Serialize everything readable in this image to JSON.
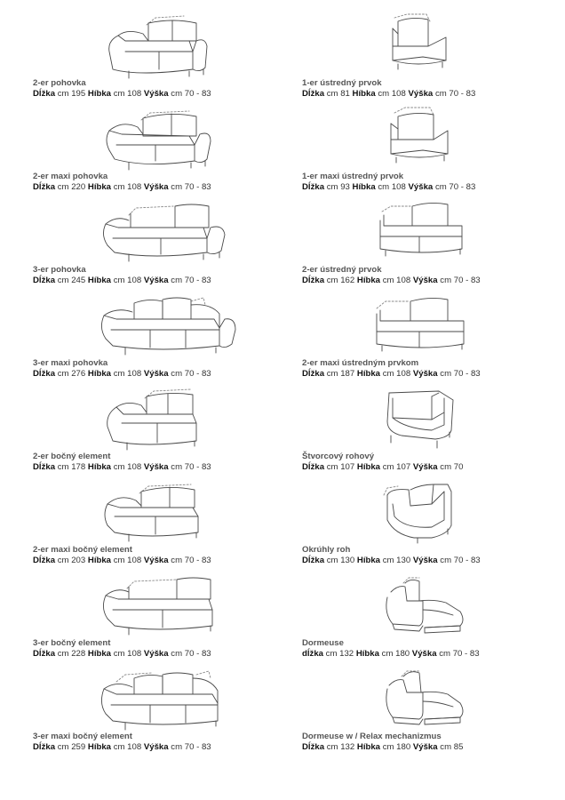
{
  "labels": {
    "length": "Dĺžka",
    "length_lower": "dĺžka",
    "depth": "Híbka",
    "height": "Výška",
    "unit": "cm"
  },
  "left": [
    {
      "name": "2-er pohovka",
      "length": "195",
      "depth": "108",
      "height": "70 - 83"
    },
    {
      "name": "2-er maxi pohovka",
      "length": "220",
      "depth": "108",
      "height": "70 - 83"
    },
    {
      "name": "3-er pohovka",
      "length": "245",
      "depth": "108",
      "height": "70 - 83"
    },
    {
      "name": "3-er maxi pohovka",
      "length": "276",
      "depth": "108",
      "height": "70 - 83"
    },
    {
      "name": "2-er bočný element",
      "length": "178",
      "depth": "108",
      "height": "70 - 83"
    },
    {
      "name": "2-er maxi bočný element",
      "length": "203",
      "depth": "108",
      "height": "70 - 83"
    },
    {
      "name": "3-er bočný element",
      "length": "228",
      "depth": "108",
      "height": "70 - 83"
    },
    {
      "name": "3-er maxi bočný element",
      "length": "259",
      "depth": "108",
      "height": "70 - 83"
    }
  ],
  "right": [
    {
      "name": "1-er ústredný prvok",
      "length": "81",
      "depth": "108",
      "height": "70 - 83"
    },
    {
      "name": "1-er maxi ústredný prvok",
      "length": "93",
      "depth": "108",
      "height": "70 - 83"
    },
    {
      "name": "2-er ústredný prvok",
      "length": "162",
      "depth": "108",
      "height": "70 - 83"
    },
    {
      "name": "2-er maxi ústredným prvkom",
      "length": "187",
      "depth": "108",
      "height": "70 - 83"
    },
    {
      "name": "Štvorcový rohový",
      "length": "107",
      "depth": "107",
      "height": "70"
    },
    {
      "name": "Okrúhly roh",
      "length": "130",
      "depth": "130",
      "height": "70 - 83"
    },
    {
      "name": "Dormeuse",
      "length": "132",
      "depth": "180",
      "height": "70 - 83"
    },
    {
      "name": "Dormeuse w / Relax mechanizmus",
      "length": "132",
      "depth": "180",
      "height": "85"
    }
  ]
}
